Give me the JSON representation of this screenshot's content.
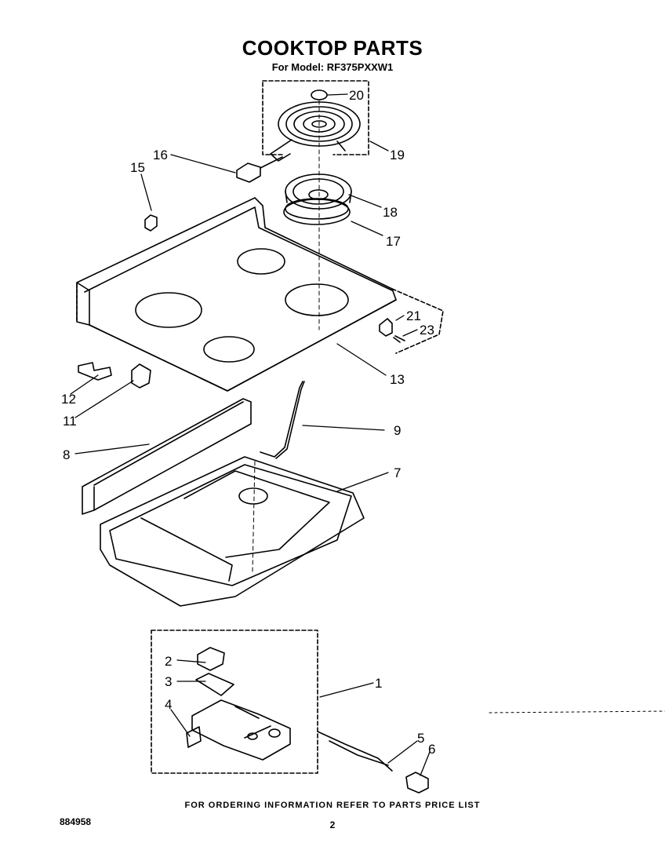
{
  "header": {
    "title": "COOKTOP PARTS",
    "subtitle": "For Model: RF375PXXW1"
  },
  "callouts": [
    "20",
    "19",
    "16",
    "15",
    "18",
    "17",
    "21",
    "23",
    "13",
    "12",
    "11",
    "9",
    "8",
    "7",
    "2",
    "3",
    "1",
    "4",
    "5",
    "6"
  ],
  "footer": {
    "ordering_note": "FOR ORDERING INFORMATION REFER TO PARTS PRICE LIST",
    "document_number": "884958",
    "page_number": "2"
  }
}
